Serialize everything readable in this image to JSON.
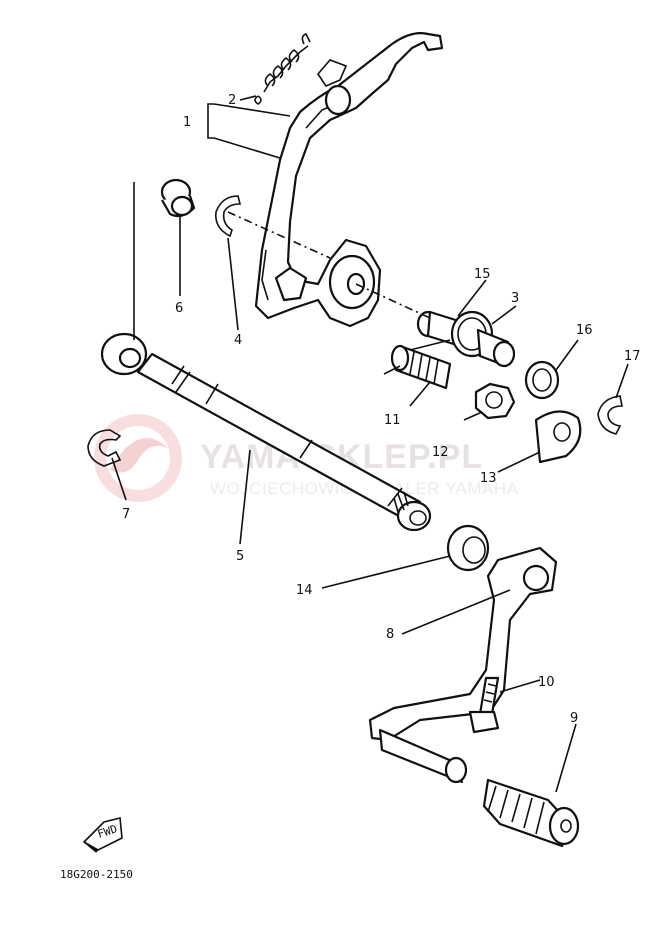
{
  "watermark": {
    "title": "YAMA-SKLEP.PL",
    "subtitle": "WOJCIECHOWICZ DEALER YAMAHA",
    "color": "#e7b5b5"
  },
  "diagram_code": "18G200-2150",
  "fwd_label": "FWD",
  "callouts": {
    "c1": "1",
    "c2": "2",
    "c3": "3",
    "c4": "4",
    "c5": "5",
    "c6": "6",
    "c7": "7",
    "c8": "8",
    "c9": "9",
    "c10": "10",
    "c11": "11",
    "c12": "12",
    "c13": "13",
    "c14": "14",
    "c15": "15",
    "c16": "16",
    "c17": "17"
  }
}
